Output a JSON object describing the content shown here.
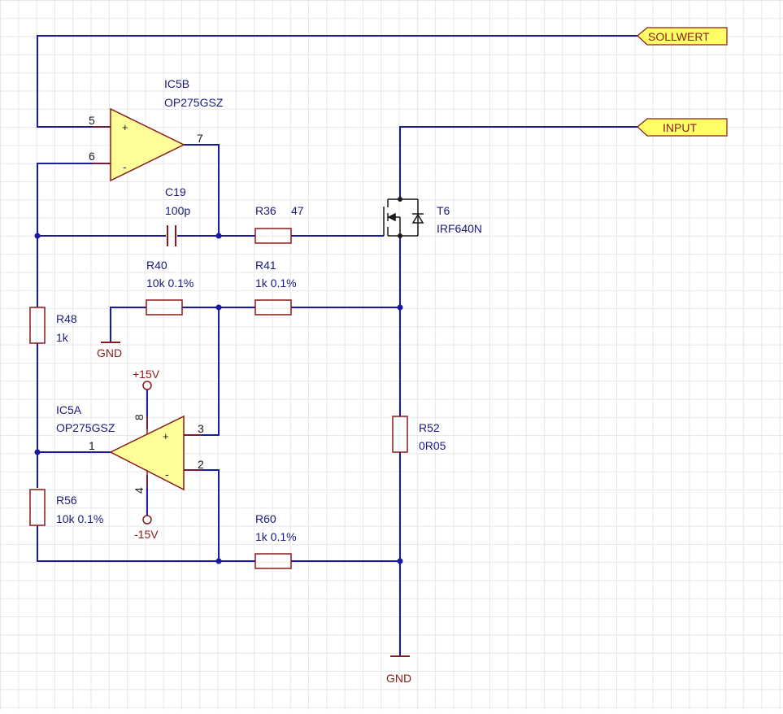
{
  "colors": {
    "wire": "#1a1aa0",
    "component": "#8b1a1a",
    "opamp_fill": "#ffff99",
    "port_fill": "#ffff66",
    "power": "#8b1a1a",
    "text": "#1a1a80"
  },
  "ports": {
    "sollwert": "SOLLWERT",
    "input": "INPUT"
  },
  "ic5b": {
    "ref": "IC5B",
    "part": "OP275GSZ",
    "pin_plus": "5",
    "pin_minus": "6",
    "pin_out": "7",
    "sym_plus": "+",
    "sym_minus": "-"
  },
  "ic5a": {
    "ref": "IC5A",
    "part": "OP275GSZ",
    "pin_plus": "3",
    "pin_minus": "2",
    "pin_out": "1",
    "pin_vpos": "8",
    "pin_vneg": "4",
    "sym_plus": "+",
    "sym_minus": "-"
  },
  "c19": {
    "ref": "C19",
    "value": "100p"
  },
  "r36": {
    "ref": "R36",
    "value": "47"
  },
  "t6": {
    "ref": "T6",
    "part": "IRF640N"
  },
  "r40": {
    "ref": "R40",
    "value": "10k 0.1%"
  },
  "r41": {
    "ref": "R41",
    "value": "1k 0.1%"
  },
  "r48": {
    "ref": "R48",
    "value": "1k"
  },
  "r52": {
    "ref": "R52",
    "value": "0R05"
  },
  "r56": {
    "ref": "R56",
    "value": "10k 0.1%"
  },
  "r60": {
    "ref": "R60",
    "value": "1k 0.1%"
  },
  "power": {
    "vpos": "+15V",
    "vneg": "-15V",
    "gnd": "GND"
  }
}
